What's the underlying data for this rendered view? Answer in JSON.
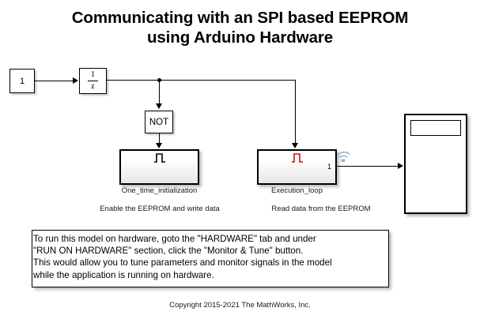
{
  "title": {
    "line1": "Communicating with an SPI based EEPROM",
    "line2": "using Arduino Hardware"
  },
  "blocks": {
    "constant": {
      "label": "1",
      "name": "constant-block"
    },
    "unit_delay": {
      "numerator": "1",
      "denominator": "z",
      "name": "unit-delay-block"
    },
    "logical_not": {
      "label": "NOT",
      "name": "not-block"
    },
    "subsystem_init": {
      "label": "One_time_initialization",
      "description": "Enable the EEPROM and write data",
      "trigger_color": "#000000"
    },
    "subsystem_exec": {
      "label": "Execution_loop",
      "description": "Read data from the EEPROM",
      "trigger_color": "#cc1111",
      "output_port": "1",
      "log_badge_color": "#8fb4d9"
    },
    "display": {
      "value": "",
      "name": "display-block"
    }
  },
  "annotation": {
    "lines": [
      "To run this model on hardware, goto the \"HARDWARE\" tab and under",
      "\"RUN ON HARDWARE\" section, click the \"Monitor & Tune\" button.",
      "This would allow you to tune parameters and monitor signals in the model",
      "while the application is running on hardware."
    ],
    "text": "To run this model on hardware, goto the \"HARDWARE\" tab and under\n\"RUN ON HARDWARE\" section, click the \"Monitor & Tune\" button.\nThis would allow you to tune parameters and monitor signals in the model\nwhile the application is running on hardware."
  },
  "copyright": "Copyright 2015-2021 The MathWorks, Inc.",
  "colors": {
    "canvas": "#ffffff",
    "line": "#000000",
    "trigger_red": "#cc1111",
    "badge_blue": "#8fb4d9"
  }
}
